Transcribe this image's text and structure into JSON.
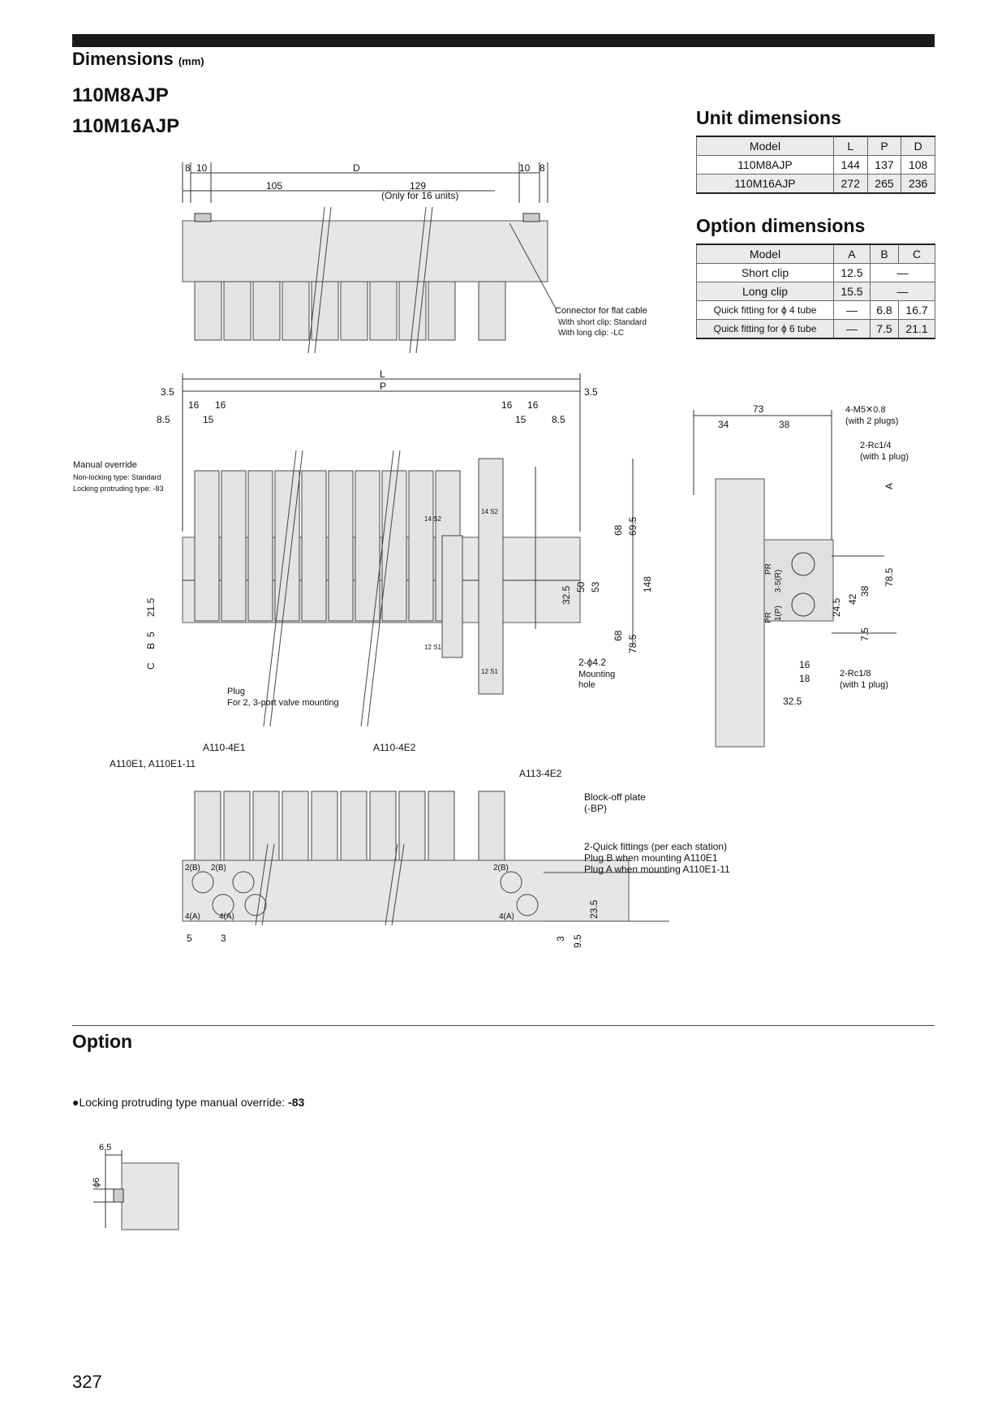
{
  "header": {
    "section": "Dimensions",
    "unit": "(mm)",
    "models": [
      "110M8AJP",
      "110M16AJP"
    ]
  },
  "unit_dimensions": {
    "title": "Unit dimensions",
    "columns": [
      "Model",
      "L",
      "P",
      "D"
    ],
    "rows": [
      [
        "110M8AJP",
        "144",
        "137",
        "108"
      ],
      [
        "110M16AJP",
        "272",
        "265",
        "236"
      ]
    ]
  },
  "option_dimensions": {
    "title": "Option dimensions",
    "columns": [
      "Model",
      "A",
      "B",
      "C"
    ],
    "rows": [
      [
        "Short clip",
        "12.5",
        "—",
        ""
      ],
      [
        "Long clip",
        "15.5",
        "—",
        ""
      ],
      [
        "Quick fitting for ϕ 4 tube",
        "—",
        "6.8",
        "16.7"
      ],
      [
        "Quick fitting for ϕ 6 tube",
        "—",
        "7.5",
        "21.1"
      ]
    ]
  },
  "top_view": {
    "dims": [
      "8",
      "10",
      "D",
      "10",
      "8",
      "105",
      "129",
      "(Only for 16 units)"
    ],
    "connector": [
      "Connector for flat cable",
      "With short clip: Standard",
      "With long clip: -LC"
    ]
  },
  "front_view": {
    "dims_top": [
      "L",
      "3.5",
      "P",
      "3.5",
      "16",
      "16",
      "16",
      "16",
      "8.5",
      "15",
      "15",
      "8.5"
    ],
    "dims_right": [
      "68",
      "69.5",
      "148",
      "32.5",
      "50",
      "53",
      "68",
      "78.5"
    ],
    "dims_left": [
      "21.5",
      "5",
      "C",
      "B"
    ],
    "manual_override": [
      "Manual override",
      "Non-locking type: Standard",
      "Locking protruding type: -83"
    ],
    "mounting_hole": [
      "2-ϕ4.2",
      "Mounting",
      "hole"
    ],
    "plug": [
      "Plug",
      "For 2, 3-port valve mounting"
    ],
    "tags": [
      "14 S2",
      "14 S2",
      "12 S1",
      "12 S1"
    ]
  },
  "side_view": {
    "dims": [
      "73",
      "34",
      "38",
      "A",
      "78.5",
      "38",
      "42",
      "24.5",
      "7.5",
      "16",
      "18",
      "32.5"
    ],
    "ports": [
      "PR",
      "PR",
      "1(P)",
      "3·5(R)"
    ],
    "notes": [
      "4-M5✕0.8",
      "(with 2 plugs)",
      "2-Rc1/4",
      "(with 1 plug)",
      "2-Rc1/8",
      "(with 1 plug)"
    ]
  },
  "bottom_view": {
    "parts": [
      "A110-4E1",
      "A110E1, A110E1-11",
      "A110-4E2",
      "A113-4E2"
    ],
    "block_off": [
      "Block-off plate",
      "(-BP)"
    ],
    "quick": [
      "2-Quick fittings (per each station)",
      "Plug B when mounting A110E1",
      "Plug A when mounting A110E1-11"
    ],
    "ports": [
      "2(B)",
      "2(B)",
      "2(B)",
      "4(A)",
      "4(A)",
      "4(A)"
    ],
    "dims": [
      "5",
      "3",
      "23.5",
      "3",
      "9.5"
    ]
  },
  "option": {
    "title": "Option",
    "bullet_text": "Locking protruding type manual override:",
    "bullet_code": "-83",
    "dims": [
      "6.5",
      "ϕ6"
    ]
  },
  "page_number": "327"
}
